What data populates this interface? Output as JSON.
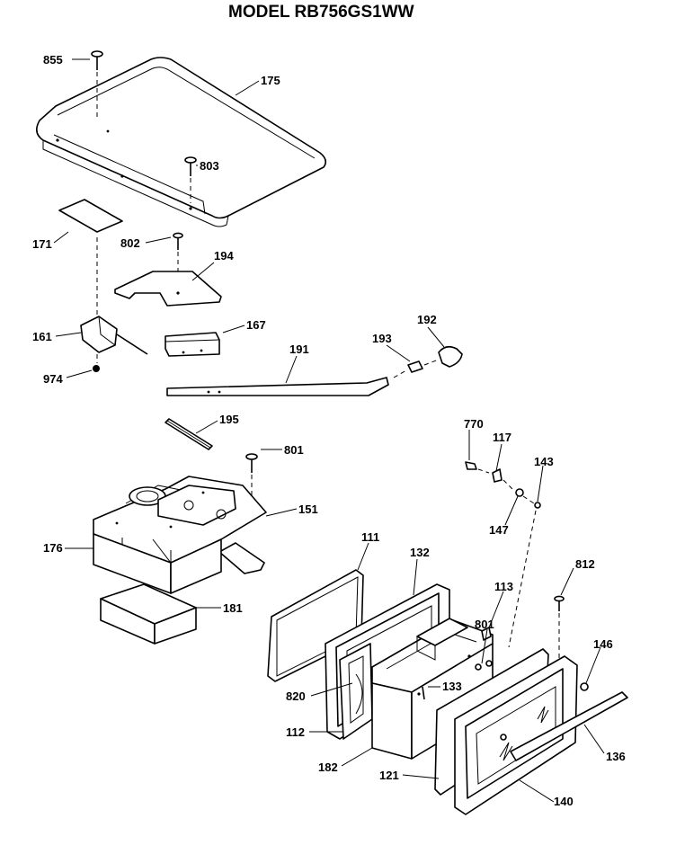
{
  "title": "MODEL RB756GS1WW",
  "labels": {
    "p855": "855",
    "p175": "175",
    "p803": "803",
    "p171": "171",
    "p802": "802",
    "p194": "194",
    "p161": "161",
    "p167": "167",
    "p974": "974",
    "p191": "191",
    "p193": "193",
    "p192": "192",
    "p195": "195",
    "p801a": "801",
    "p151": "151",
    "p176": "176",
    "p181": "181",
    "p770": "770",
    "p117": "117",
    "p143": "143",
    "p147": "147",
    "p111": "111",
    "p132": "132",
    "p113": "113",
    "p801b": "801",
    "p812": "812",
    "p146": "146",
    "p820": "820",
    "p133": "133",
    "p112": "112",
    "p182": "182",
    "p121": "121",
    "p140": "140",
    "p136": "136"
  }
}
